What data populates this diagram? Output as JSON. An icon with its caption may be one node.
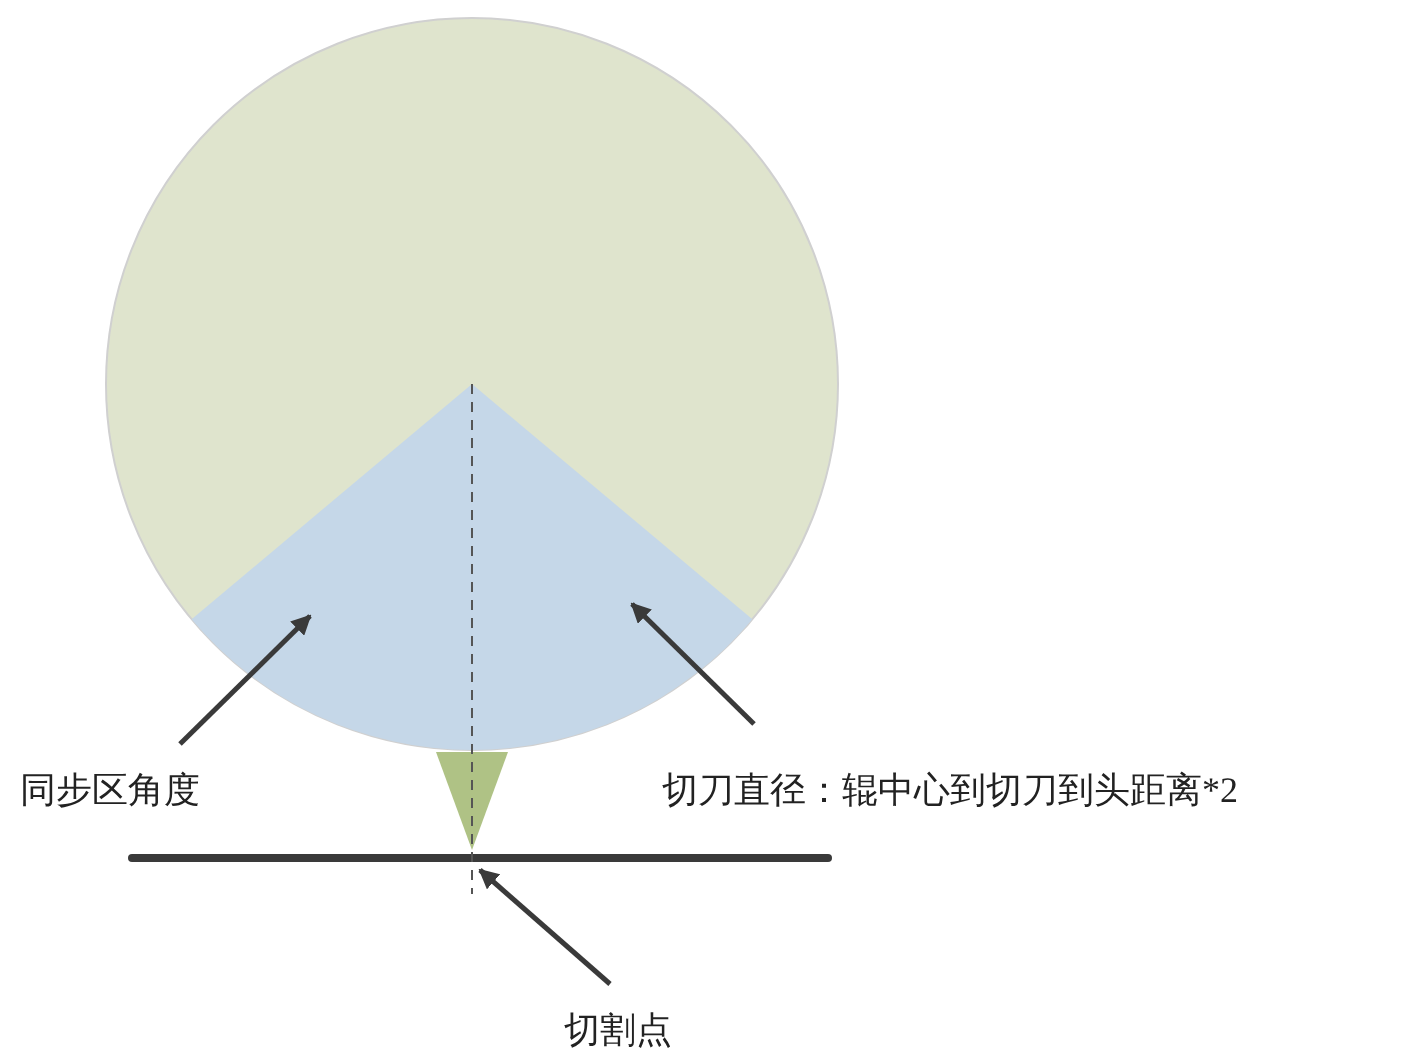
{
  "diagram": {
    "nodes": [
      {
        "text": [
          "同步区角度"
        ]
      },
      {
        "text": [
          "切刀直径：辊中心到切刀到头距离*2"
        ]
      },
      {
        "text": [
          "切割点"
        ]
      },
      {
        "text": [],
        "shape": "sector"
      },
      {
        "text": [],
        "shape": "bar"
      }
    ],
    "edges": [
      {
        "from": 0,
        "to": 3,
        "arrow": "to"
      },
      {
        "from": 1,
        "to": 3,
        "arrow": "to"
      },
      {
        "from": 2,
        "to": 4,
        "arrow": "to"
      }
    ]
  }
}
